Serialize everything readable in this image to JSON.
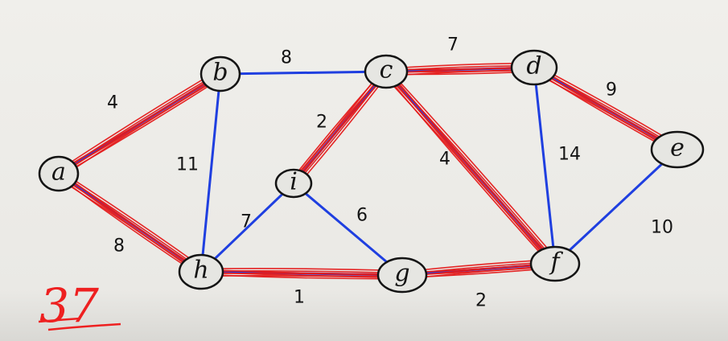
{
  "graph": {
    "nodes": [
      {
        "id": "a",
        "label": "a"
      },
      {
        "id": "b",
        "label": "b"
      },
      {
        "id": "c",
        "label": "c"
      },
      {
        "id": "d",
        "label": "d"
      },
      {
        "id": "e",
        "label": "e"
      },
      {
        "id": "f",
        "label": "f"
      },
      {
        "id": "g",
        "label": "g"
      },
      {
        "id": "h",
        "label": "h"
      },
      {
        "id": "i",
        "label": "i"
      }
    ],
    "edges": [
      {
        "from": "a",
        "to": "b",
        "weight": "4",
        "selected": true
      },
      {
        "from": "a",
        "to": "h",
        "weight": "8",
        "selected": true
      },
      {
        "from": "b",
        "to": "c",
        "weight": "8",
        "selected": false
      },
      {
        "from": "b",
        "to": "h",
        "weight": "11",
        "selected": false
      },
      {
        "from": "c",
        "to": "i",
        "weight": "2",
        "selected": true
      },
      {
        "from": "c",
        "to": "d",
        "weight": "7",
        "selected": true
      },
      {
        "from": "c",
        "to": "f",
        "weight": "4",
        "selected": true
      },
      {
        "from": "d",
        "to": "e",
        "weight": "9",
        "selected": true
      },
      {
        "from": "d",
        "to": "f",
        "weight": "14",
        "selected": false
      },
      {
        "from": "e",
        "to": "f",
        "weight": "10",
        "selected": false
      },
      {
        "from": "h",
        "to": "i",
        "weight": "7",
        "selected": false
      },
      {
        "from": "i",
        "to": "g",
        "weight": "6",
        "selected": false
      },
      {
        "from": "h",
        "to": "g",
        "weight": "1",
        "selected": true
      },
      {
        "from": "g",
        "to": "f",
        "weight": "2",
        "selected": true
      }
    ]
  },
  "total": "37",
  "colors": {
    "edge": "#1f3fe0",
    "highlight": "#e41b1b",
    "node_stroke": "#141414",
    "total": "#ee2020"
  }
}
